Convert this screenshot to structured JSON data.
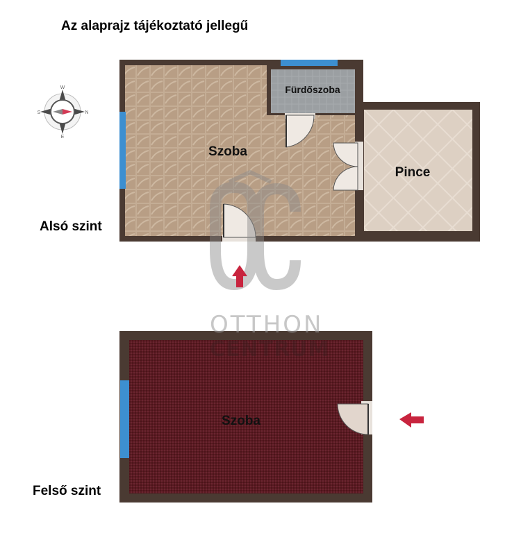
{
  "title": "Az alaprajz tájékoztató jellegű",
  "levels": {
    "lower": {
      "label": "Alsó szint",
      "rooms": {
        "room": "Szoba",
        "bathroom": "Fürdőszoba",
        "cellar": "Pince"
      }
    },
    "upper": {
      "label": "Felső szint",
      "rooms": {
        "room": "Szoba"
      }
    }
  },
  "compass": {
    "labels": {
      "north": "N",
      "south": "S",
      "east": "E",
      "west": "W"
    }
  },
  "watermark": {
    "logo": "OC",
    "line1": "OTTHON",
    "line2": "CENTRUM"
  },
  "colors": {
    "wall": "#4a3a32",
    "window": "#3d8fd0",
    "tile_light": "#c9b29a",
    "tile_dark": "#a88c74",
    "bath_tile": "#9ea3a6",
    "cellar_tile": "#e6dbd0",
    "carpet": "#5c1c22",
    "entrance_arrow": "#c8243e"
  }
}
